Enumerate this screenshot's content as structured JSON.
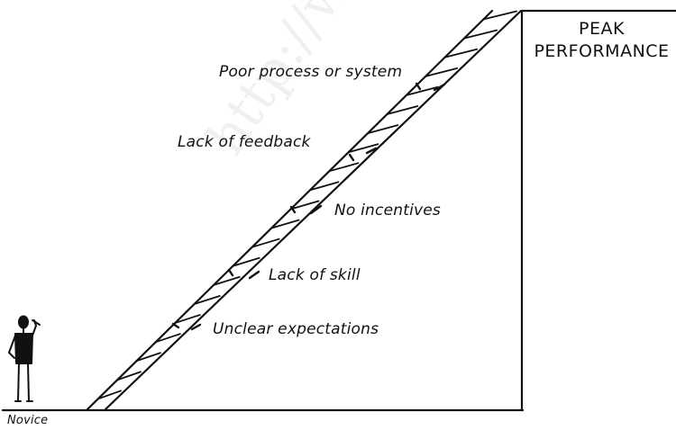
{
  "peak": {
    "line1": "PEAK",
    "line2": "PERFORMANCE"
  },
  "obstacles": [
    {
      "text": "Poor process or system"
    },
    {
      "text": "Lack of feedback"
    },
    {
      "text": "No incentives"
    },
    {
      "text": "Lack of skill"
    },
    {
      "text": "Unclear expectations"
    }
  ],
  "novice": {
    "label": "Novice"
  },
  "watermark": {
    "text": "http://w"
  },
  "ladder": {
    "rungs": 21
  },
  "colors": {
    "ink": "#111111",
    "watermark": "#000000"
  },
  "icons": [
    "person-figure-icon",
    "ladder-icon",
    "broken-rung-icon"
  ]
}
